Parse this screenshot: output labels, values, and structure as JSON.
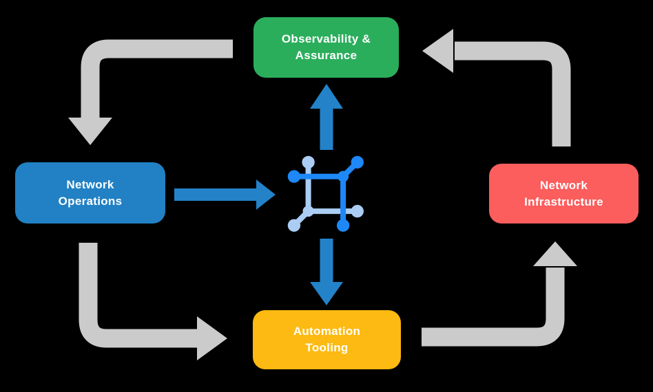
{
  "colors": {
    "background": "#000000",
    "green": "#2bae5c",
    "blue": "#2181c4",
    "red": "#fc5d5d",
    "yellow": "#fcba12",
    "gray_arrow": "#cbcbcb",
    "blue_arrow": "#2382c8",
    "icon_dark": "#1e88f7",
    "icon_light": "#abcdf3",
    "text": "#ffffff"
  },
  "nodes": {
    "observability": {
      "lines": [
        "Observability &",
        "Assurance"
      ]
    },
    "operations": {
      "lines": [
        "Network",
        "Operations"
      ]
    },
    "infrastructure": {
      "lines": [
        "Network",
        "Infrastructure"
      ]
    },
    "automation": {
      "lines": [
        "Automation",
        "Tooling"
      ]
    }
  },
  "center_icon": {
    "name": "network-mesh-icon"
  },
  "edges": [
    {
      "from": "observability",
      "to": "operations",
      "style": "gray-cycle"
    },
    {
      "from": "operations",
      "to": "automation",
      "style": "gray-cycle"
    },
    {
      "from": "automation",
      "to": "infrastructure",
      "style": "gray-cycle"
    },
    {
      "from": "infrastructure",
      "to": "observability",
      "style": "gray-cycle"
    },
    {
      "from": "operations",
      "to": "center-icon",
      "style": "blue"
    },
    {
      "from": "center-icon",
      "to": "observability",
      "style": "blue"
    },
    {
      "from": "center-icon",
      "to": "automation",
      "style": "blue"
    }
  ]
}
